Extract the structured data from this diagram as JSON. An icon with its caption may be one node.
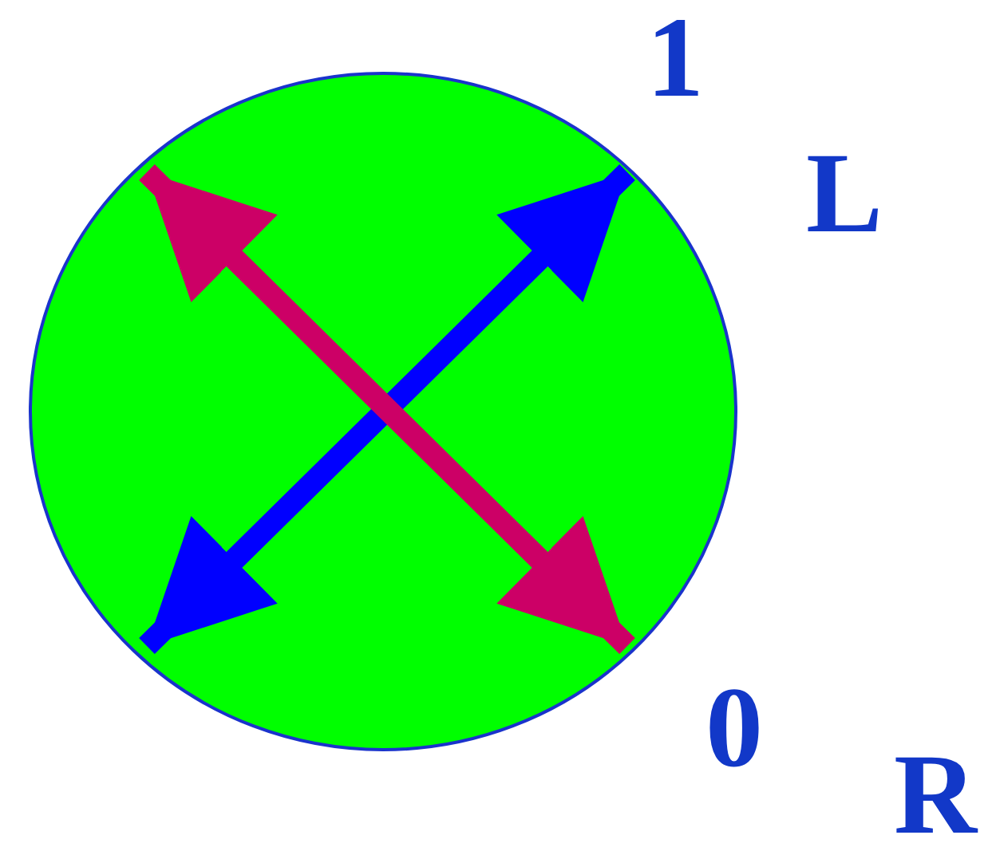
{
  "diagram": {
    "labels": [
      "1",
      "L",
      "0",
      "R"
    ]
  }
}
